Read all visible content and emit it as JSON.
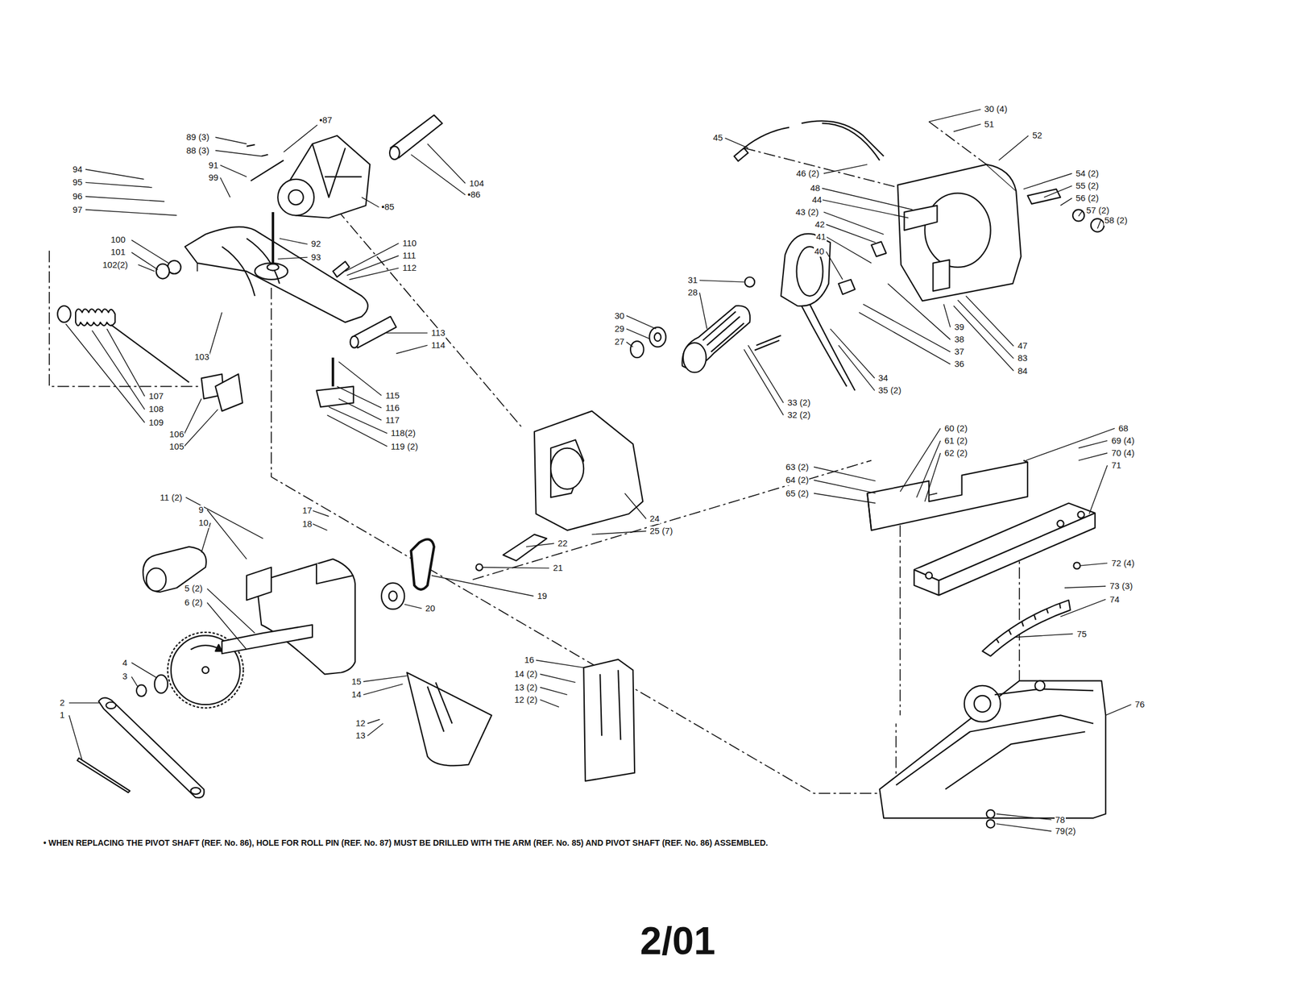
{
  "diagram": {
    "labels": [
      "30 (4)",
      "51",
      "52",
      "45",
      "46 (2)",
      "48",
      "44",
      "43 (2)",
      "42",
      "41",
      "40",
      "54 (2)",
      "55 (2)",
      "56 (2)",
      "57 (2)",
      "58 (2)",
      "39",
      "38",
      "37",
      "36",
      "47",
      "83",
      "84",
      "34",
      "35 (2)",
      "33 (2)",
      "32 (2)",
      "31",
      "28",
      "30",
      "29",
      "27",
      "24",
      "25 (7)",
      "22",
      "21",
      "19",
      "20",
      "89 (3)",
      "88 (3)",
      "•87",
      "•85",
      "104",
      "•86",
      "94",
      "95",
      "96",
      "97",
      "91",
      "99",
      "92",
      "93",
      "100",
      "101",
      "102(2)",
      "110",
      "111",
      "112",
      "113",
      "114",
      "115",
      "116",
      "117",
      "118(2)",
      "119 (2)",
      "103",
      "107",
      "108",
      "109",
      "106",
      "105",
      "11 (2)",
      "9",
      "10",
      "17",
      "18",
      "5 (2)",
      "6 (2)",
      "4",
      "3",
      "2",
      "1",
      "15",
      "14",
      "12",
      "13",
      "16",
      "14 (2)",
      "13 (2)",
      "12 (2)",
      "60 (2)",
      "61 (2)",
      "62 (2)",
      "68",
      "69 (4)",
      "70 (4)",
      "71",
      "63 (2)",
      "64 (2)",
      "65 (2)",
      "72 (4)",
      "73 (3)",
      "74",
      "75",
      "76",
      "78",
      "79(2)",
      "• WHEN REPLACING THE PIVOT SHAFT (REF. No. 86), HOLE FOR ROLL PIN (REF. No. 87) MUST BE DRILLED WITH THE ARM (REF. No. 85) AND PIVOT SHAFT (REF. No. 86) ASSEMBLED.",
      "2/01"
    ]
  }
}
